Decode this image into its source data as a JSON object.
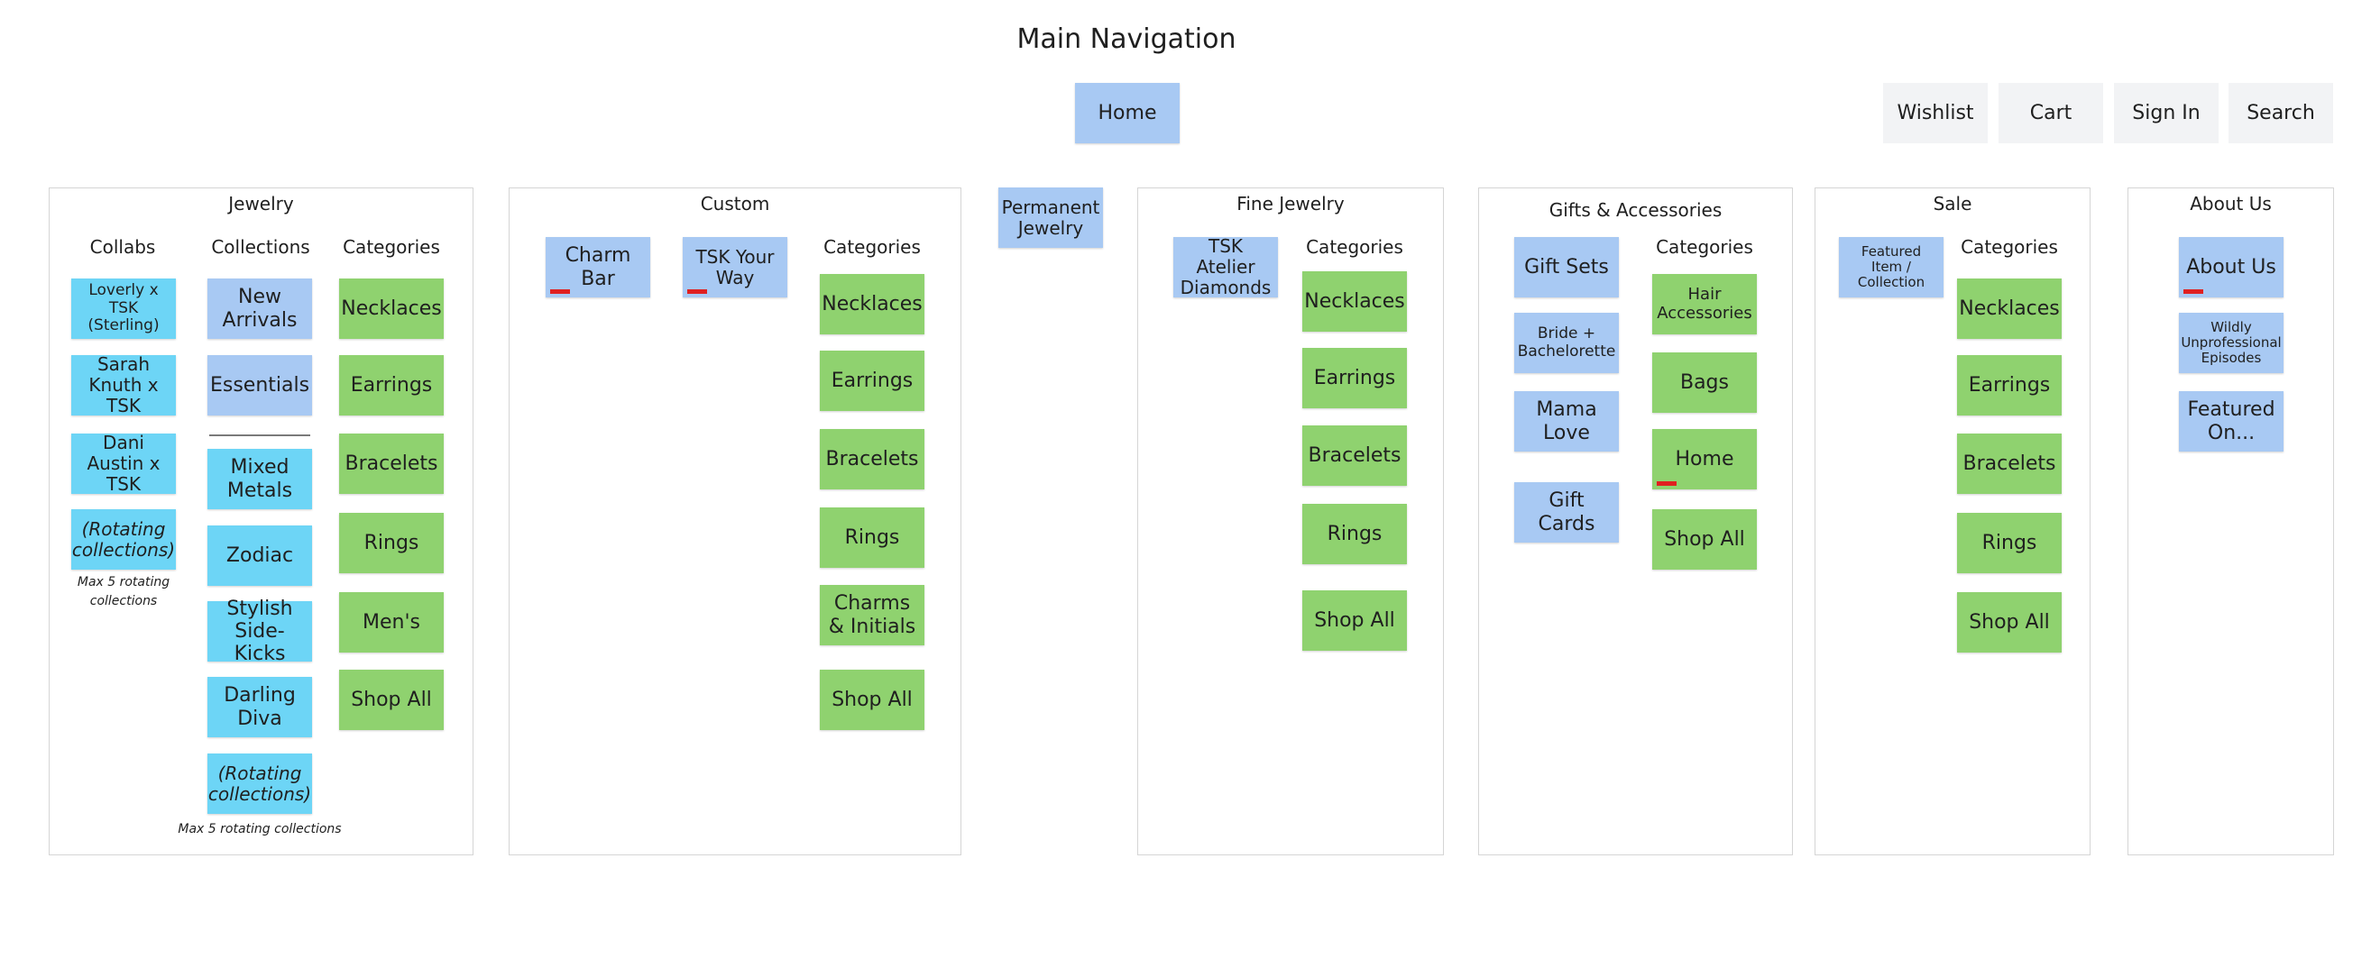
{
  "title": "Main Navigation",
  "top_nav": {
    "home": "Home",
    "wishlist": "Wishlist",
    "cart": "Cart",
    "sign_in": "Sign In",
    "search": "Search"
  },
  "jewelry": {
    "label": "Jewelry",
    "collabs_header": "Collabs",
    "collections_header": "Collections",
    "categories_header": "Categories",
    "collabs": [
      "Loverly x TSK (Sterling)",
      "Sarah Knuth x TSK",
      "Dani Austin x TSK",
      "(Rotating collections)"
    ],
    "collabs_note": "Max 5 rotating collections",
    "collections": [
      "New Arrivals",
      "Essentials",
      "Mixed Metals",
      "Zodiac",
      "Stylish Side-Kicks",
      "Darling Diva",
      "(Rotating collections)"
    ],
    "collections_note": "Max 5 rotating collections",
    "categories": [
      "Necklaces",
      "Earrings",
      "Bracelets",
      "Rings",
      "Men's",
      "Shop All"
    ]
  },
  "custom": {
    "label": "Custom",
    "items": [
      "Charm Bar",
      "TSK Your Way"
    ],
    "categories_header": "Categories",
    "categories": [
      "Necklaces",
      "Earrings",
      "Bracelets",
      "Rings",
      "Charms & Initials",
      "Shop All"
    ]
  },
  "permanent": "Permanent Jewelry",
  "fine": {
    "label": "Fine Jewelry",
    "item": "TSK Atelier Diamonds",
    "categories_header": "Categories",
    "categories": [
      "Necklaces",
      "Earrings",
      "Bracelets",
      "Rings",
      "Shop All"
    ]
  },
  "gifts": {
    "label": "Gifts & Accessories",
    "items": [
      "Gift Sets",
      "Bride + Bachelorette",
      "Mama Love",
      "Gift Cards"
    ],
    "categories_header": "Categories",
    "categories": [
      "Hair Accessories",
      "Bags",
      "Home",
      "Shop All"
    ]
  },
  "sale": {
    "label": "Sale",
    "item": "Featured Item / Collection",
    "categories_header": "Categories",
    "categories": [
      "Necklaces",
      "Earrings",
      "Bracelets",
      "Rings",
      "Shop All"
    ]
  },
  "about": {
    "label": "About Us",
    "items": [
      "About Us",
      "Wildly Unprofessional Episodes",
      "Featured On..."
    ]
  },
  "colors": {
    "nav_blue": "#a8c9f3",
    "collab_cyan": "#6dd5f6",
    "category_green": "#8fd26f",
    "utility_gray": "#f2f3f5",
    "tag_red": "#e02020"
  }
}
